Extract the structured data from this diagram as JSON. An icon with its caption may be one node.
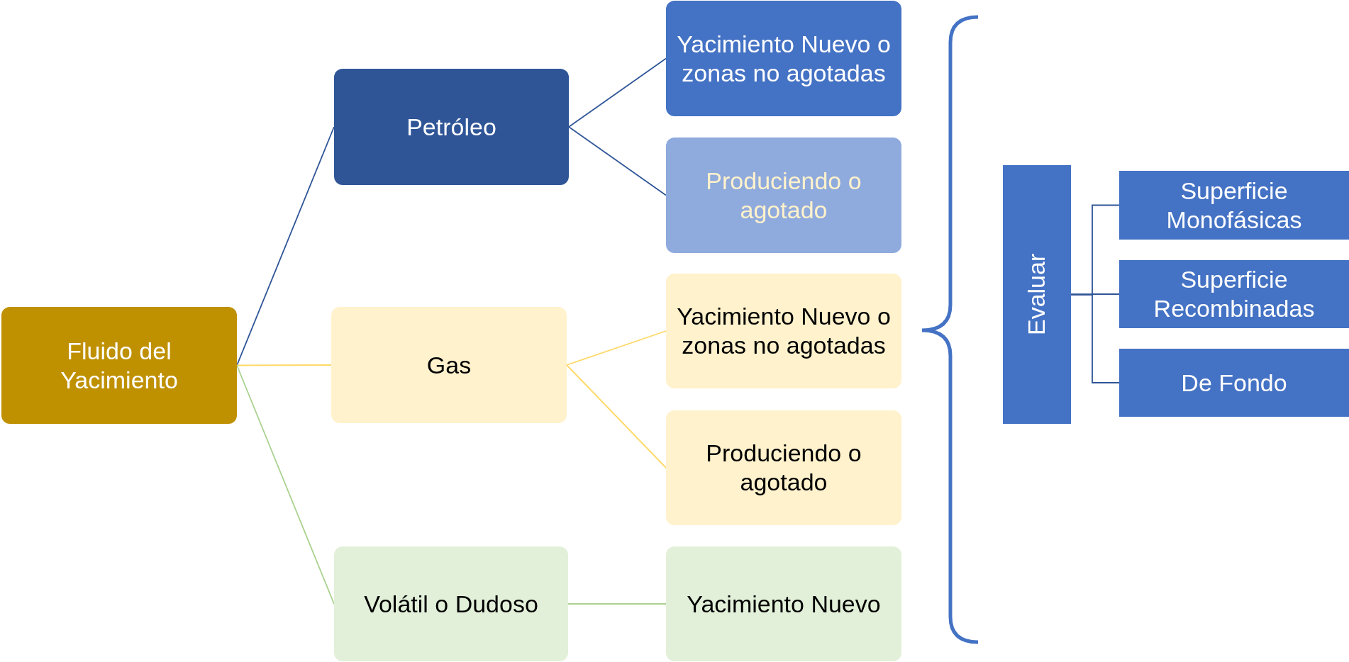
{
  "diagram": {
    "nodes": [
      {
        "text": [
          "Fluido del Yacimiento"
        ]
      },
      {
        "text": [
          "Petróleo"
        ]
      },
      {
        "text": [
          "Yacimiento Nuevo o zonas no agotadas"
        ]
      },
      {
        "text": [
          "Produciendo o agotado"
        ]
      },
      {
        "text": [
          "Gas"
        ]
      },
      {
        "text": [
          "Yacimiento Nuevo o zonas no agotadas"
        ]
      },
      {
        "text": [
          "Produciendo o agotado"
        ]
      },
      {
        "text": [
          "Volátil o Dudoso"
        ]
      },
      {
        "text": [
          "Yacimiento Nuevo"
        ]
      },
      {
        "text": [
          "Evaluar"
        ]
      },
      {
        "text": [
          "Superficie Monofásicas"
        ]
      },
      {
        "text": [
          "Superficie Recombinadas"
        ]
      },
      {
        "text": [
          "De Fondo"
        ]
      }
    ],
    "edges": [
      {
        "from": 0,
        "to": 1,
        "arrow": "none",
        "color": "#2f5597"
      },
      {
        "from": 1,
        "to": 2,
        "arrow": "none",
        "color": "#2f5597"
      },
      {
        "from": 1,
        "to": 3,
        "arrow": "none",
        "color": "#2f5597"
      },
      {
        "from": 0,
        "to": 4,
        "arrow": "none",
        "color": "#ffd966"
      },
      {
        "from": 4,
        "to": 5,
        "arrow": "none",
        "color": "#ffd966"
      },
      {
        "from": 4,
        "to": 6,
        "arrow": "none",
        "color": "#ffd966"
      },
      {
        "from": 0,
        "to": 7,
        "arrow": "none",
        "color": "#a9d18e"
      },
      {
        "from": 7,
        "to": 8,
        "arrow": "none",
        "color": "#a9d18e"
      },
      {
        "from": 9,
        "to": 10,
        "arrow": "none",
        "color": "#2f5597"
      },
      {
        "from": 9,
        "to": 11,
        "arrow": "none",
        "color": "#2f5597"
      },
      {
        "from": 9,
        "to": 12,
        "arrow": "none",
        "color": "#2f5597"
      }
    ]
  }
}
